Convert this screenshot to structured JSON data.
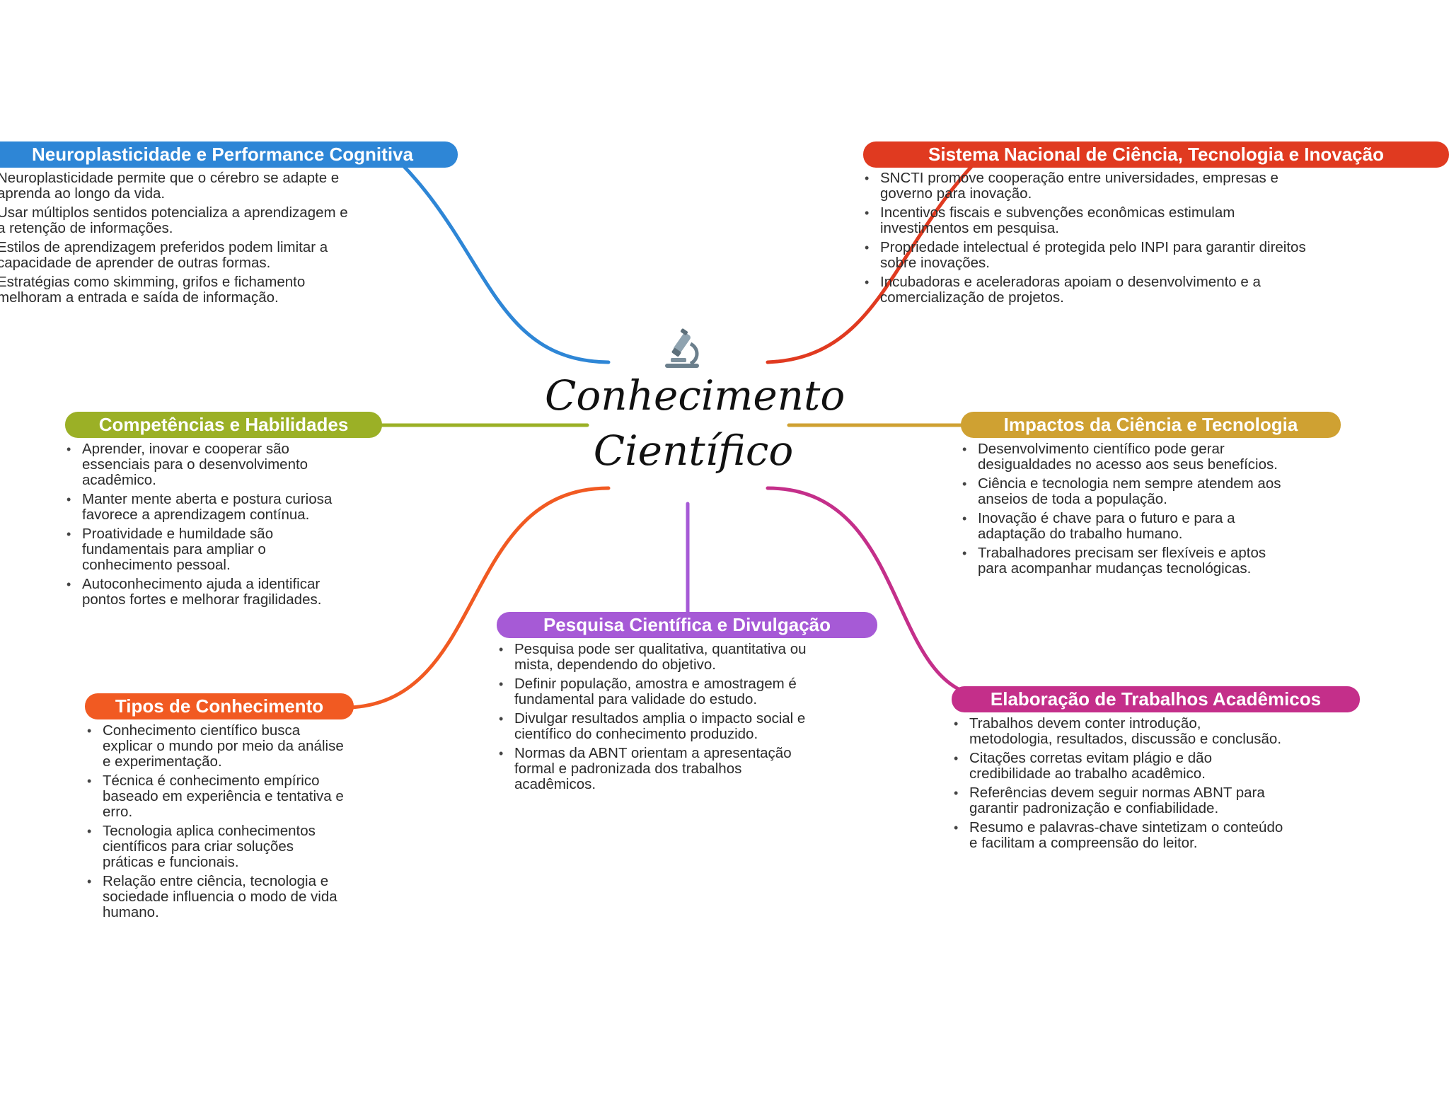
{
  "center": {
    "title_line1": "Conhecimento",
    "title_line2": "Científico",
    "icon": "microscope-icon"
  },
  "colors": {
    "neuro": "#2e86d6",
    "sistema": "#e03a20",
    "competencias": "#9bb026",
    "impactos": "#cfa132",
    "tipos": "#f15a22",
    "pesquisa": "#a65ad6",
    "elaboracao": "#c42f8a"
  },
  "branches": {
    "neuro": {
      "title": "Neuroplasticidade e Performance Cognitiva",
      "items": [
        "Neuroplasticidade permite que o cérebro se adapte e aprenda ao longo da vida.",
        "Usar múltiplos sentidos potencializa a aprendizagem e a retenção de informações.",
        "Estilos de aprendizagem preferidos podem limitar a capacidade de aprender de outras formas.",
        "Estratégias como skimming, grifos e fichamento melhoram a entrada e saída de informação."
      ]
    },
    "sistema": {
      "title": "Sistema Nacional de Ciência, Tecnologia e Inovação",
      "items": [
        "SNCTI promove cooperação entre universidades, empresas e governo para inovação.",
        "Incentivos fiscais e subvenções econômicas estimulam investimentos em pesquisa.",
        "Propriedade intelectual é protegida pelo INPI para garantir direitos sobre inovações.",
        "Incubadoras e aceleradoras apoiam o desenvolvimento e a comercialização de projetos."
      ]
    },
    "competencias": {
      "title": "Competências e Habilidades",
      "items": [
        "Aprender, inovar e cooperar são essenciais para o desenvolvimento acadêmico.",
        "Manter mente aberta e postura curiosa favorece a aprendizagem contínua.",
        "Proatividade e humildade são fundamentais para ampliar o conhecimento pessoal.",
        "Autoconhecimento ajuda a identificar pontos fortes e melhorar fragilidades."
      ]
    },
    "impactos": {
      "title": "Impactos da Ciência e Tecnologia",
      "items": [
        "Desenvolvimento científico pode gerar desigualdades no acesso aos seus benefícios.",
        "Ciência e tecnologia nem sempre atendem aos anseios de toda a população.",
        "Inovação é chave para o futuro e para a adaptação do trabalho humano.",
        "Trabalhadores precisam ser flexíveis e aptos para acompanhar mudanças tecnológicas."
      ]
    },
    "tipos": {
      "title": "Tipos de Conhecimento",
      "items": [
        "Conhecimento científico busca explicar o mundo por meio da análise e experimentação.",
        "Técnica é conhecimento empírico baseado em experiência e tentativa e erro.",
        "Tecnologia aplica conhecimentos científicos para criar soluções práticas e funcionais.",
        "Relação entre ciência, tecnologia e sociedade influencia o modo de vida humano."
      ]
    },
    "pesquisa": {
      "title": "Pesquisa Científica e Divulgação",
      "items": [
        "Pesquisa pode ser qualitativa, quantitativa ou mista, dependendo do objetivo.",
        "Definir população, amostra e amostragem é fundamental para validade do estudo.",
        "Divulgar resultados amplia o impacto social e científico do conhecimento produzido.",
        "Normas da ABNT orientam a apresentação formal e padronizada dos trabalhos acadêmicos."
      ]
    },
    "elaboracao": {
      "title": "Elaboração de Trabalhos Acadêmicos",
      "items": [
        "Trabalhos devem conter introdução, metodologia, resultados, discussão e conclusão.",
        "Citações corretas evitam plágio e dão credibilidade ao trabalho acadêmico.",
        "Referências devem seguir normas ABNT para garantir padronização e confiabilidade.",
        "Resumo e palavras-chave sintetizam o conteúdo e facilitam a compreensão do leitor."
      ]
    }
  }
}
